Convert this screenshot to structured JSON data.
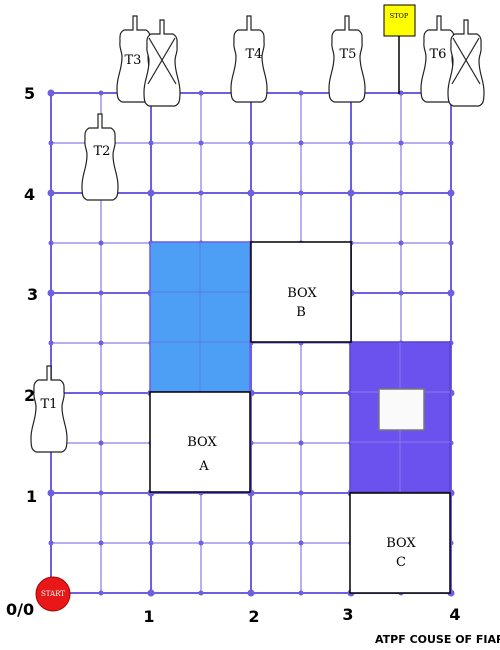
{
  "axis": {
    "origin_label": "0/0",
    "x_labels": [
      "1",
      "2",
      "3",
      "4"
    ],
    "y_labels": [
      "1",
      "2",
      "3",
      "4",
      "5"
    ]
  },
  "boxes": {
    "a": {
      "line1": "BOX",
      "line2": "A"
    },
    "b": {
      "line1": "BOX",
      "line2": "B"
    },
    "c": {
      "line1": "BOX",
      "line2": "C"
    }
  },
  "targets": {
    "t1": "T1",
    "t2": "T2",
    "t3": "T3",
    "t4": "T4",
    "t5": "T5",
    "t6": "T6"
  },
  "start_label": "START",
  "stop_label": "STOP",
  "footer_title": "ATPF COUSE OF FIAR",
  "colors": {
    "grid": "#6d5fe0",
    "blue_zone": "#4d9ff5",
    "purple_zone": "#6b52ee",
    "start": "#e81818",
    "stop": "#ffff00"
  }
}
